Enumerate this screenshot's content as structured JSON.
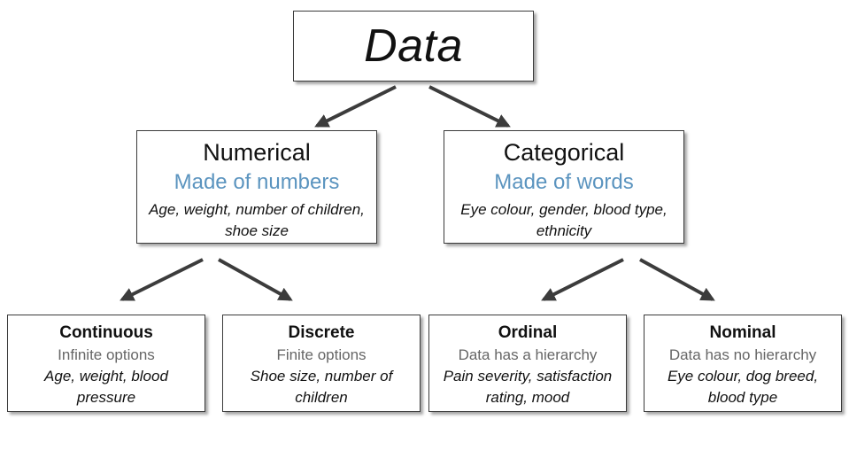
{
  "root": {
    "title": "Data"
  },
  "numerical": {
    "title": "Numerical",
    "subtitle": "Made of numbers",
    "examples": "Age, weight, number of children, shoe size"
  },
  "categorical": {
    "title": "Categorical",
    "subtitle": "Made of words",
    "examples": "Eye colour, gender, blood type, ethnicity"
  },
  "continuous": {
    "title": "Continuous",
    "subtitle": "Infinite options",
    "examples": "Age, weight, blood pressure"
  },
  "discrete": {
    "title": "Discrete",
    "subtitle": "Finite options",
    "examples": "Shoe size, number of children"
  },
  "ordinal": {
    "title": "Ordinal",
    "subtitle": "Data has a hierarchy",
    "examples": "Pain severity, satisfaction rating, mood"
  },
  "nominal": {
    "title": "Nominal",
    "subtitle": "Data has no hierarchy",
    "examples": "Eye colour, dog breed, blood type"
  },
  "colors": {
    "subtitle_blue": "#5b94bf",
    "subtitle_gray": "#666666",
    "arrow": "#3c3c3c",
    "border": "#3a3a3a"
  }
}
